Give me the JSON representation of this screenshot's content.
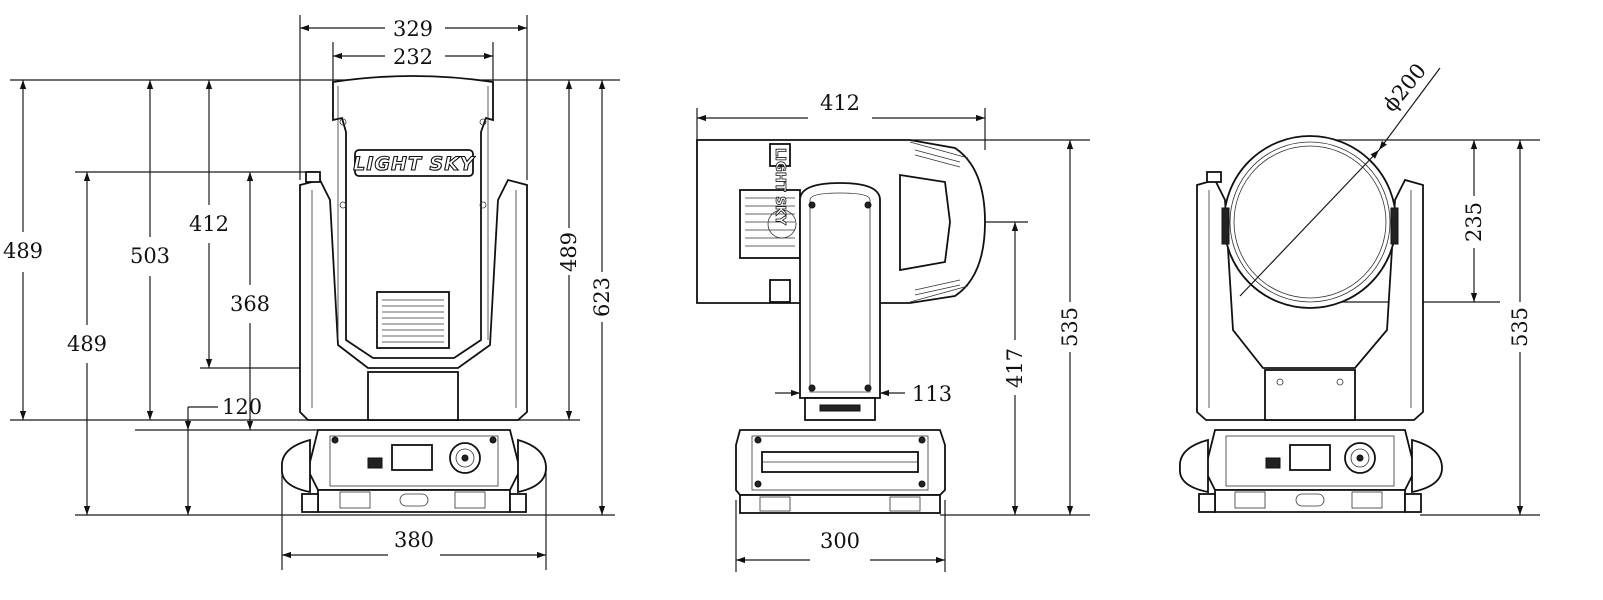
{
  "brand": "LIGHT SKY",
  "front_view": {
    "top_width_outer": "329",
    "top_width_inner": "232",
    "height_left_outer": "489",
    "height_503": "503",
    "height_412": "412",
    "height_368": "368",
    "height_left_inner": "489",
    "base_offset": "120",
    "height_right_inner": "489",
    "height_right_outer": "623",
    "base_width": "380"
  },
  "side_view": {
    "head_length": "412",
    "arm_width": "113",
    "pivot_height": "417",
    "total_height": "535",
    "base_width": "300"
  },
  "rear_view": {
    "lens_diameter": "ϕ200",
    "lens_height": "235",
    "total_height": "535"
  }
}
